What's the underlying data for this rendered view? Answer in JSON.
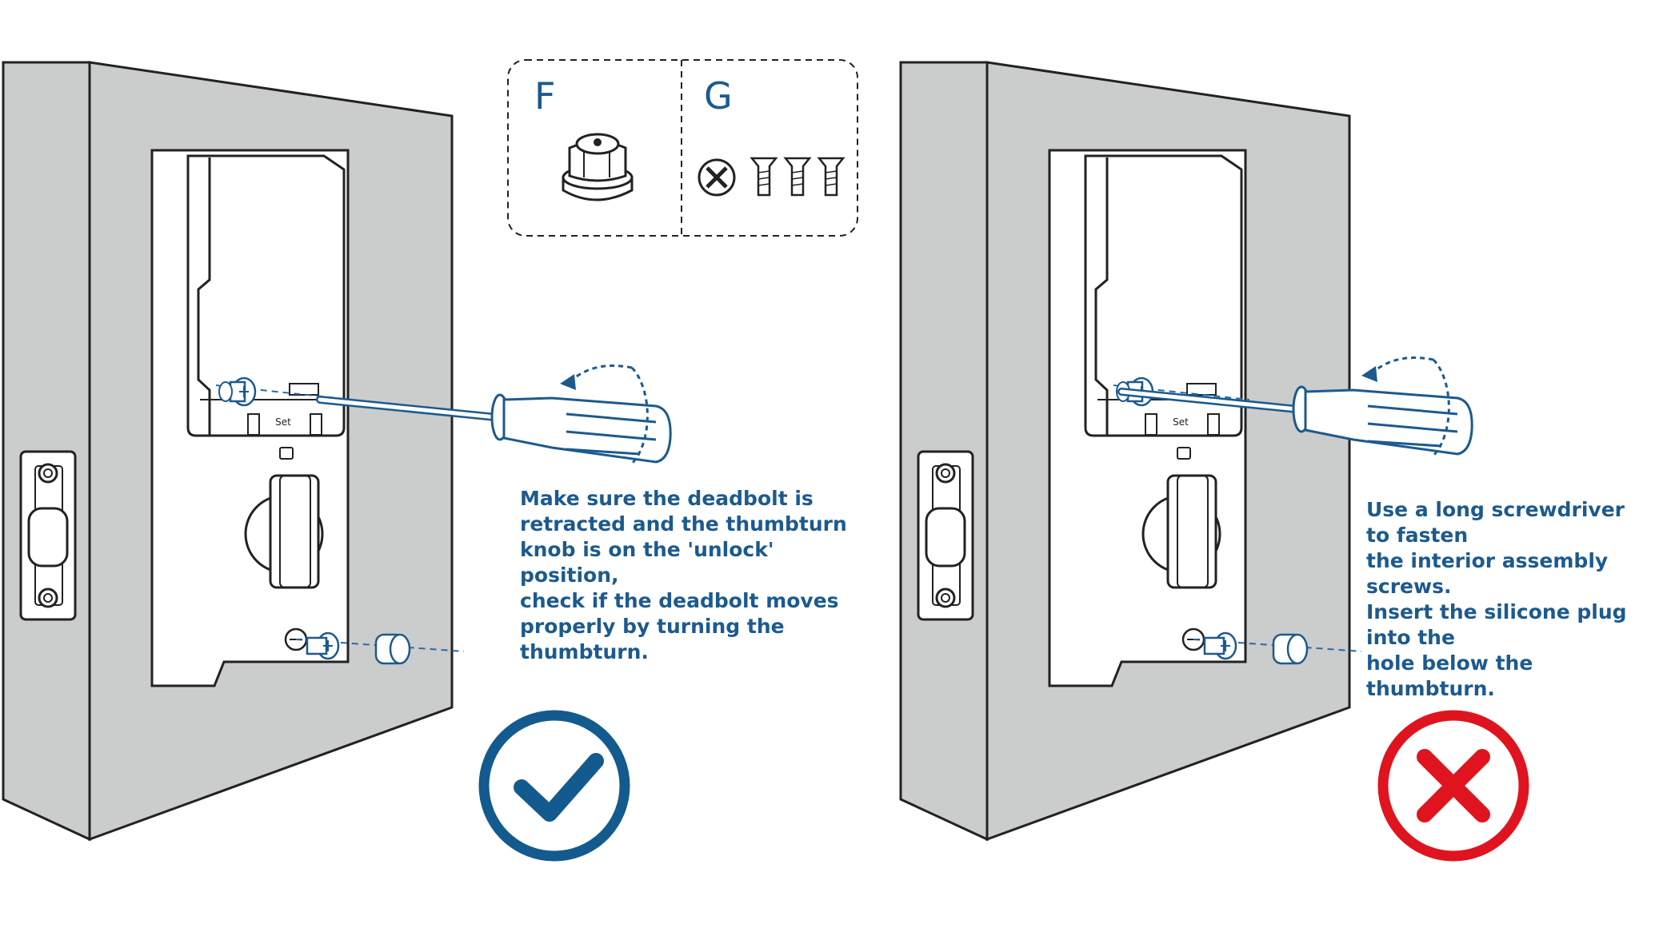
{
  "parts": {
    "f_label": "F",
    "g_label": "G"
  },
  "left_panel": {
    "instruction": "Make sure the deadbolt is\nretracted and the thumbturn\nknob is on the 'unlock' position,\ncheck if the deadbolt moves\nproperly by turning the\nthumbturn.",
    "set_button_label": "Set",
    "result_icon": "check-icon",
    "result_color": "#135b8e"
  },
  "right_panel": {
    "instruction": "Use a long screwdriver to fasten\nthe interior assembly screws.\nInsert the silicone plug into the\nhole below the thumbturn.",
    "set_button_label": "Set",
    "result_icon": "cross-icon",
    "result_color": "#e0141e"
  },
  "colors": {
    "accent_blue": "#1c5a8e",
    "door_grey": "#cbcccc",
    "line_dark": "#222222"
  }
}
